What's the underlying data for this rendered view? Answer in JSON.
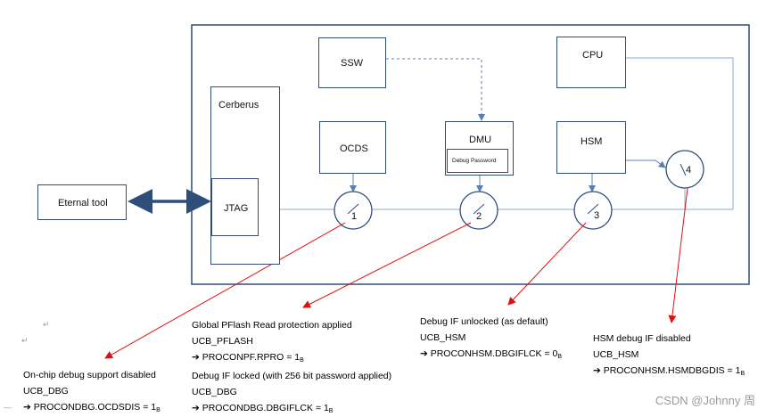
{
  "blocks": {
    "ssw": "SSW",
    "cpu": "CPU",
    "cerberus": "Cerberus",
    "ocds": "OCDS",
    "dmu": "DMU",
    "debug_password": "Debug Password",
    "hsm": "HSM",
    "jtag": "JTAG",
    "external_tool": "Eternal tool"
  },
  "switches": [
    "1",
    "2",
    "3",
    "4"
  ],
  "notes": {
    "n1": {
      "line1": "On-chip debug support disabled",
      "line2": "UCB_DBG",
      "line3": "PROCONDBG.OCDSDIS = 1",
      "sub": "B"
    },
    "n2": {
      "line1": "Global PFlash Read protection applied",
      "line2": "UCB_PFLASH",
      "line3": "PROCONPF.RPRO = 1",
      "sub": "B",
      "line4": "Debug IF locked (with 256 bit password applied)",
      "line5": "UCB_DBG",
      "line6": "PROCONDBG.DBGIFLCK = 1",
      "sub2": "B"
    },
    "n3": {
      "line1": "Debug IF unlocked (as default)",
      "line2": "UCB_HSM",
      "line3": "PROCONHSM.DBGIFLCK = 0",
      "sub": "B"
    },
    "n4": {
      "line1": "HSM debug IF disabled",
      "line2": "UCB_HSM",
      "line3": "PROCONHSM.HSMDBGDIS = 1",
      "sub": "B"
    }
  },
  "watermark": "CSDN @Johnny 周"
}
